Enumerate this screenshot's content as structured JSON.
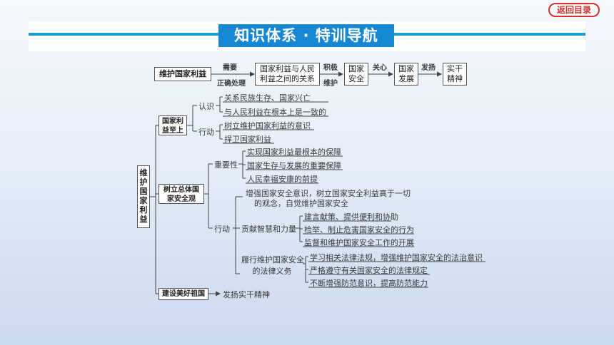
{
  "nav": {
    "back_label": "返回目录"
  },
  "header": {
    "title": "知识体系 · 特训导航"
  },
  "flow": {
    "start": "维护国家利益",
    "arrow1_top": "需要",
    "arrow1_bottom": "正确处理",
    "relation": [
      "国家利益与人民",
      "利益之间的关系"
    ],
    "arrow2_top": "积极",
    "arrow2_bottom": "维护",
    "security": [
      "国家",
      "安全"
    ],
    "arrow3_top": "关心",
    "development": [
      "国家",
      "发展"
    ],
    "arrow4_top": "发扬",
    "spirit": [
      "实干",
      "精神"
    ]
  },
  "tree": {
    "root": "维护国家利益",
    "b1": {
      "label": [
        "国家利",
        "益至上"
      ],
      "cognize": "认识",
      "cognize_items": [
        "关系民族生存、国家兴亡",
        "与人民利益在根本上是一致的"
      ],
      "act": "行动",
      "act_items": [
        "树立维护国家利益的意识",
        "捍卫国家利益"
      ]
    },
    "b2": {
      "label": [
        "树立总体国",
        "家安全观"
      ],
      "importance": "重要性",
      "importance_items": [
        "实现国家利益最根本的保障",
        "国家生存与发展的重要保障",
        "人民幸福安康的前提"
      ],
      "act": "行动",
      "act_intro": [
        "增强国家安全意识，树立国家安全利益高于一切",
        "的观念，自觉维护国家安全"
      ],
      "contribute": "贡献智慧和力量",
      "contribute_items": [
        "建言献策、提供便利和协助",
        "检举、制止危害国家安全的行为",
        "监督和维护国家安全工作的开展"
      ],
      "duty": [
        "履行维护国家安全",
        "的法律义务"
      ],
      "duty_items": [
        "学习相关法律法规，增强维护国家安全的法治意识",
        "严格遵守有关国家安全的法律规定",
        "不断增强防范意识，提高防范能力"
      ]
    },
    "b3": {
      "label": "建设美好祖国",
      "result": "发扬实干精神"
    }
  }
}
